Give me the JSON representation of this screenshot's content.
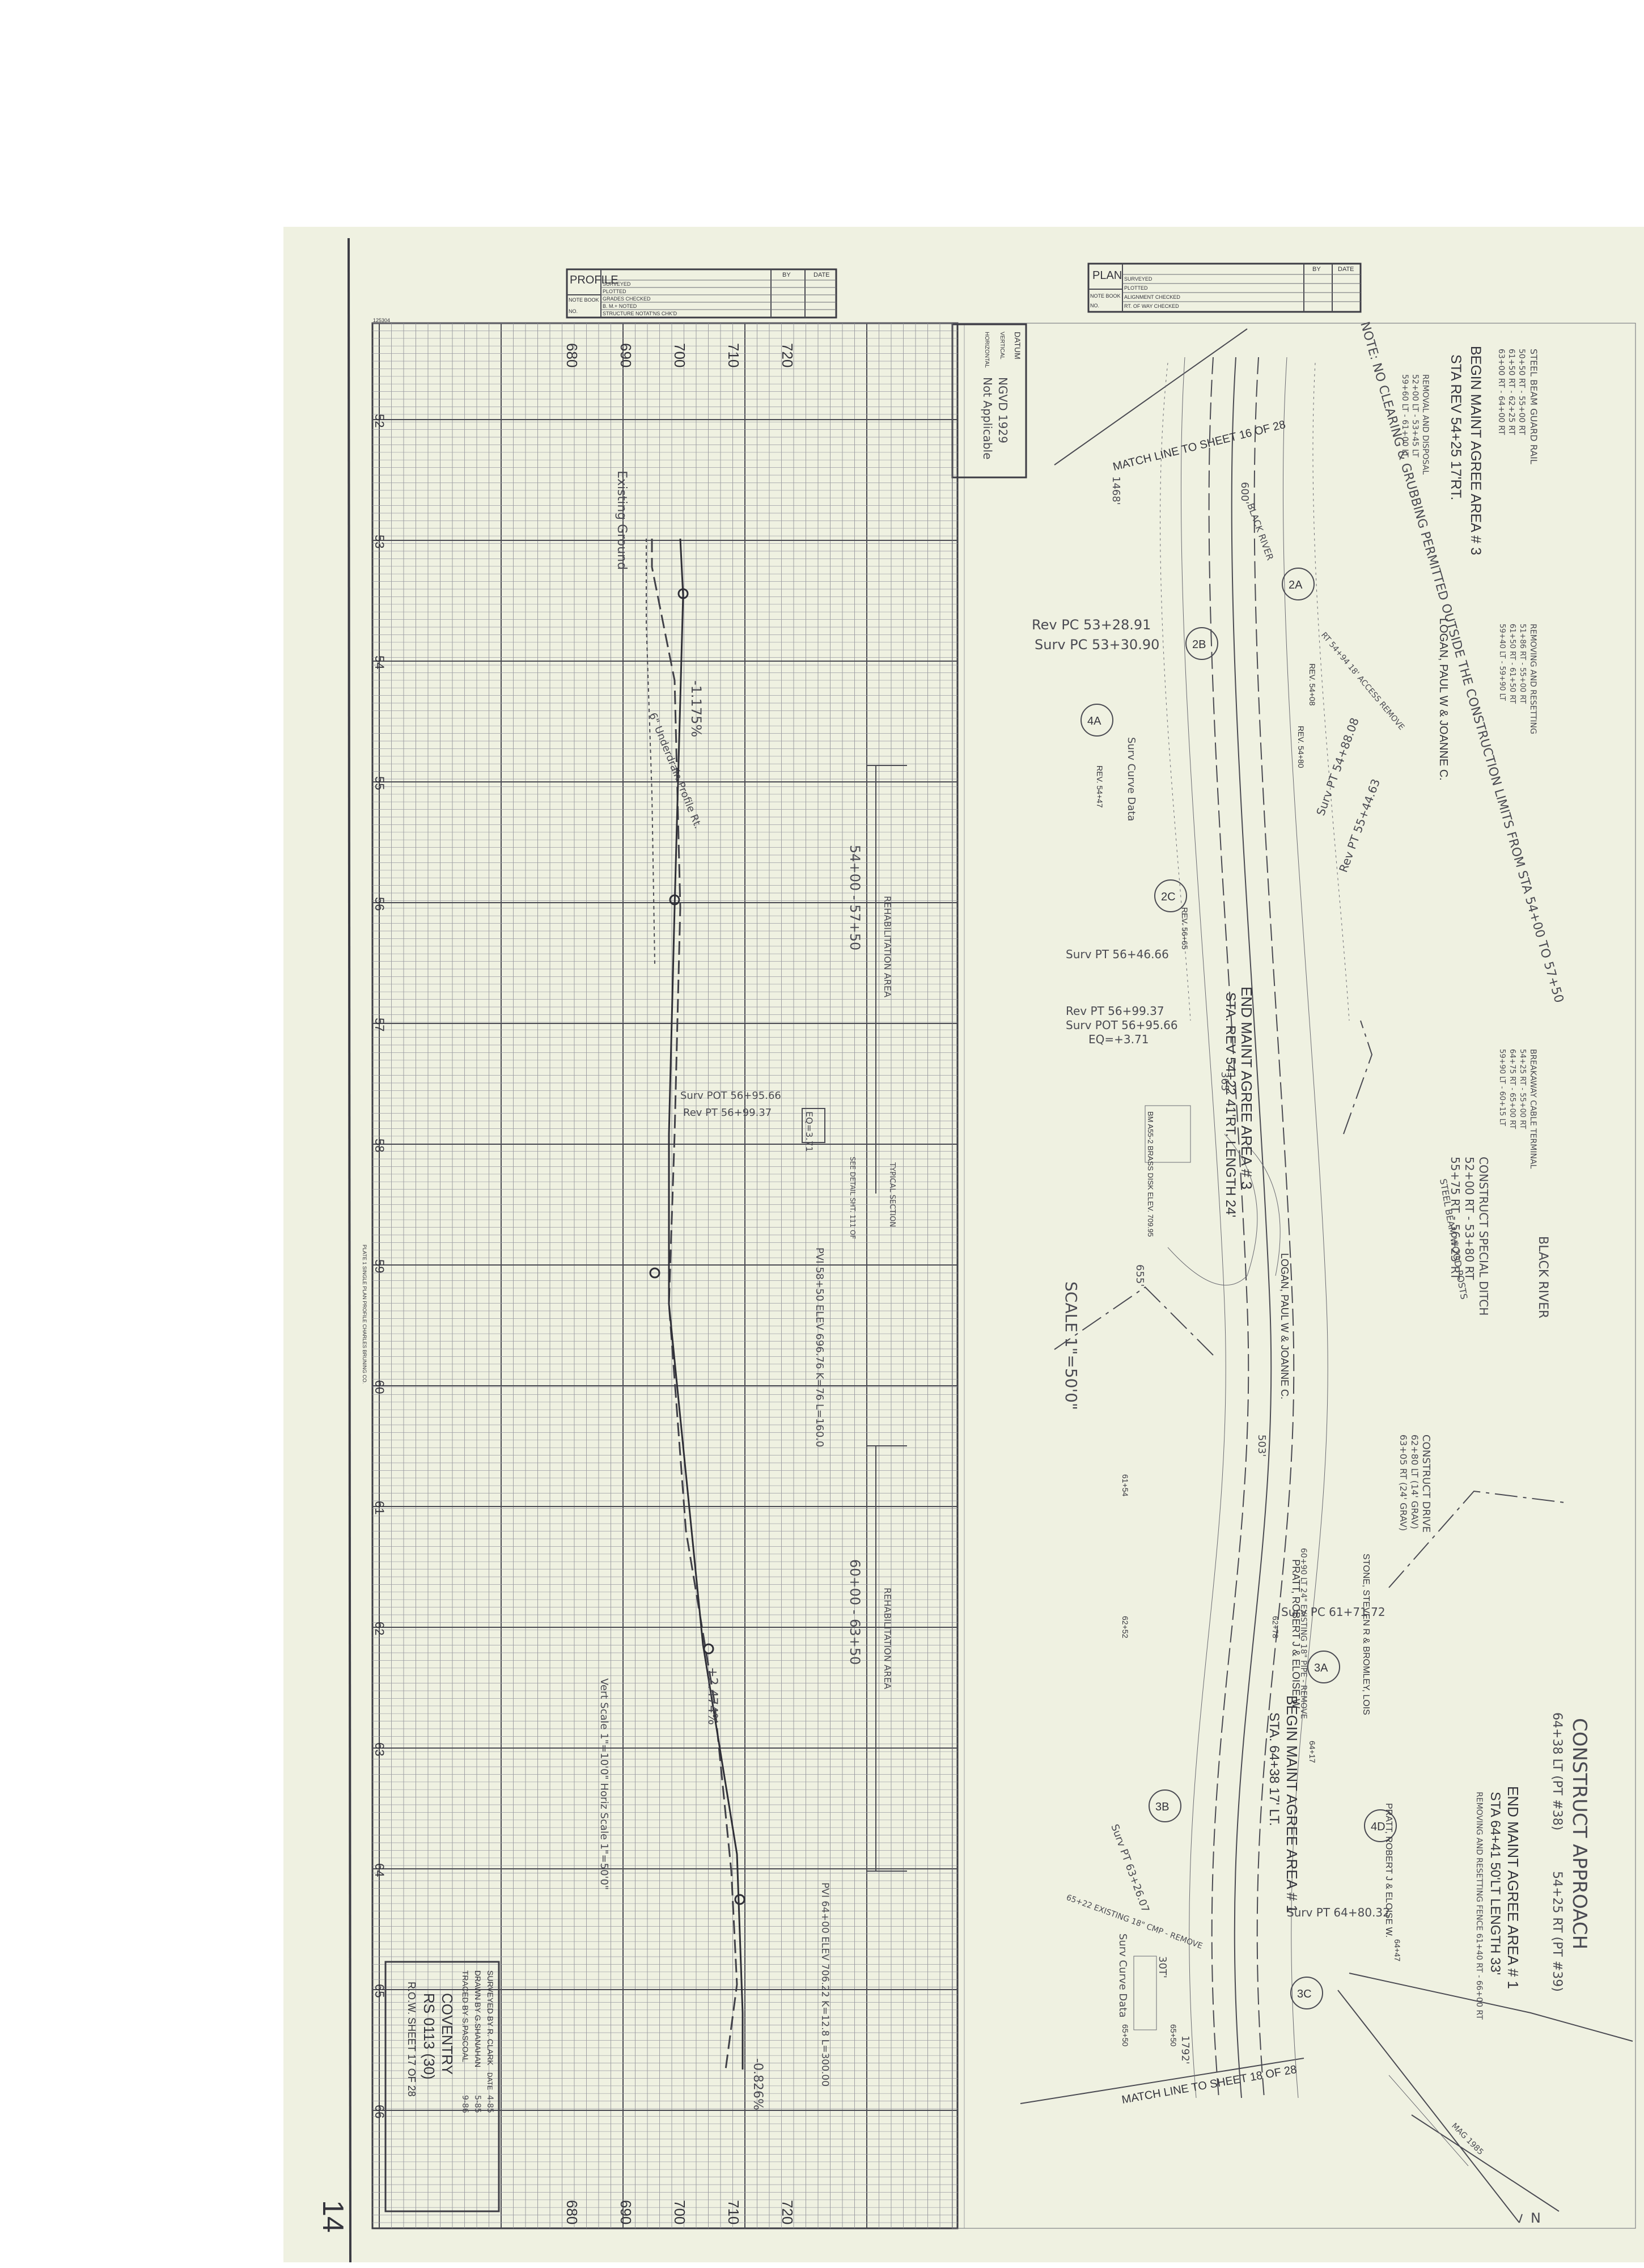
{
  "profile_block": {
    "title": "PROFILE",
    "by": "BY",
    "date": "DATE",
    "rows": [
      "SURVEYED",
      "PLOTTED",
      "GRADES CHECKED",
      "B. M.+ NOTED",
      "STRUCTURE NOTAT'NS CHK'D"
    ],
    "notebook": "NOTE BOOK",
    "no": "NO."
  },
  "plan_block": {
    "title": "PLAN",
    "by": "BY",
    "date": "DATE",
    "rows": [
      "SURVEYED",
      "PLOTTED",
      "ALIGNMENT CHECKED",
      "RT. OF WAY CHECKED"
    ],
    "notebook": "NOTE BOOK",
    "no": "NO."
  },
  "datum": {
    "label": "DATUM",
    "vertical_label": "VERTICAL",
    "vertical": "NGVD 1929",
    "horizontal_label": "HORIZONTAL",
    "horizontal": "Not Applicable"
  },
  "elevations": [
    "720",
    "710",
    "700",
    "690",
    "680"
  ],
  "stations": [
    "52",
    "53",
    "54",
    "55",
    "56",
    "57",
    "58",
    "59",
    "60",
    "61",
    "62",
    "63",
    "64",
    "65",
    "66"
  ],
  "profile_notes": {
    "existing_ground": "Existing Ground",
    "grade1": "-1.175%",
    "underdrain_profile": "6\" Underdrain Profile Rt.",
    "limits1": "54+00 - 57+50",
    "rehab_area": "REHABILITATION AREA",
    "surv_pot": "Surv POT 56+95.66",
    "rev_pt": "Rev PT 56+99.37",
    "eq_box": "EQ=3.71",
    "see_detail": "SEE DETAIL SHT. 111 OF",
    "typical_section": "TYPICAL SECTION",
    "pvt1": "PVI 58+50 ELEV 696.76 K=76 L=160.0",
    "limits2": "60+00 - 63+50",
    "rehab_area2": "REHABILITATION AREA",
    "grade2": "+2.474%",
    "scales": "Vert Scale 1\"=10'0\"  Horiz Scale 1\"=50'0\"",
    "pvi2": "PVI 64+00 ELEV 706.22 K=12.8 L=300.00",
    "grade3": "-0.826%",
    "bm": "BM A55-2 BRASS DISK ELEV. 709.95"
  },
  "plan_notes": {
    "match_top": "MATCH LINE TO SHEET 16 OF 28",
    "match_bottom": "MATCH LINE TO SHEET 18 OF 28",
    "begin_area3": "BEGIN MAINT AGREE AREA # 3",
    "begin_area3_sta": "STA REV 54+25 17'RT.",
    "end_area3": "END MAINT AGREE AREA # 3",
    "end_area3_sta": "STA. REV 54+22 41'RT. LENGTH 24'",
    "begin_area1": "BEGIN MAINT AGREE AREA # 1",
    "begin_area1_sta": "STA. 64+38 17' LT.",
    "end_area1": "END MAINT AGREE AREA # 1",
    "end_area1_sta": "STA 64+41 50'LT LENGTH 33'",
    "owner1": "LOGAN, PAUL W & JOANNE C.",
    "owner2": "LOGAN, PAUL W & JOANNE C.",
    "owner3": "STONE, STEVEN R & BROMLEY, LOIS",
    "owner4": "PRATT, ROBERT J & ELOISE W",
    "owner5": "PRATT, ROBERT J & ELOISE W.",
    "river": "BLACK RIVER",
    "river2": "BLACK RIVER",
    "note": "NOTE: NO CLEARING & GRUBBING PERMITTED OUTSIDE THE CONSTRUCTION LIMITS FROM STA 54+00 TO 57+50",
    "guard_rail": "STEEL BEAM GUARD RAIL",
    "guard_rail_items": [
      "50+50 RT - 55+00 RT",
      "61+50 RT - 62+25 RT",
      "63+00 RT - 64+00 RT"
    ],
    "removal": "REMOVAL AND DISPOSAL",
    "removal_items": [
      "52+00 LT - 53+45 LT",
      "59+60 LT - 61+00 LT"
    ],
    "remove_reset": "REMOVING AND RESETTING",
    "remove_reset_items": [
      "51+86 RT - 55+00 RT",
      "61+50 RT - 61+50 RT",
      "59+40 LT - 59+90 LT"
    ],
    "breakaway": "BREAKAWAY CABLE TERMINAL",
    "breakaway_items": [
      "54+25 RT - 55+00 RT",
      "64+75 RT - 65+00 RT",
      "59+90 LT - 60+15 LT"
    ],
    "special_ditch": "CONSTRUCT SPECIAL DITCH",
    "special_ditch_items": [
      "52+00 RT - 53+80 RT",
      "55+75 RT - 56+25 RT"
    ],
    "construct_drive": "CONSTRUCT DRIVE",
    "construct_drive_items": [
      "62+80 LT (14' GRAV)",
      "63+05 RT (24' GRAV)"
    ],
    "construct_approach": "CONSTRUCT APPROACH",
    "approach_items": [
      "64+38 LT (PT #38)",
      "54+25 RT (PT #39)"
    ],
    "guard_beam_wood": "STEEL BEAM WOOD POSTS",
    "remove_fence": "REMOVING AND RESETTING FENCE 61+40 RT - 66+00 RT",
    "pipe_note": "60+90 LT 24\" EXISTING 18\" PIPE - REMOVE",
    "rev_pc": "Rev PC 53+28.91",
    "surv_pc": "Surv PC 53+30.90",
    "surv_pt": "Surv PT 54+88.08",
    "rev_pt2": "Rev PT 55+44.63",
    "surv_pt2": "Surv PT 56+46.66",
    "rev_pt3": "Rev PT 56+99.37",
    "surv_pot": "Surv POT 56+95.66",
    "eq": "EQ=+3.71",
    "surv_pc2": "Surv PC 61+71.72",
    "surv_pt3": "Surv PT 63+26.07",
    "surv_pt4": "Surv PT 64+80.32",
    "curve_data": "Surv Curve Data",
    "curve_data2": "Surv Curve Data",
    "scale": "SCALE 1\"=50'0\"",
    "maint_remove": "RT 54+94 18' ACCESS REMOVE",
    "exist_culvert": "65+22 EXISTING 18\" CMP - REMOVE",
    "circles": [
      "2A",
      "2B",
      "4A",
      "2C",
      "3A",
      "3B",
      "4D",
      "3C"
    ],
    "dims": [
      "365'",
      "655'",
      "503'",
      "30T'",
      "1468'",
      "600'",
      "1792'"
    ],
    "stations_marks": [
      "REV. 54+08",
      "REV. 54+80",
      "REV. 54+47",
      "REV. 56+65",
      "61+54",
      "62+52",
      "62+78",
      "64+17",
      "64+47",
      "65+50",
      "65+50"
    ]
  },
  "title_block": {
    "surveyed": "SURVEYED BY R. CLARK",
    "drawn": "DRAWN BY G.SHANAHAN",
    "traced": "TRACED BY S.PASCOAL",
    "dates": [
      "4-85",
      "5-85",
      "9-86"
    ],
    "town": "COVENTRY",
    "project": "RS 0113 (30)",
    "sheet": "R.O.W. SHEET 17 OF 28",
    "date_label": "DATE"
  },
  "sheet_number": "14",
  "printer": "PLATE 1 SINGLE PLAN PROFILE CHARLES BRUNING CO.",
  "north": "N",
  "mag": "MAG 1985",
  "small_code": "125304"
}
